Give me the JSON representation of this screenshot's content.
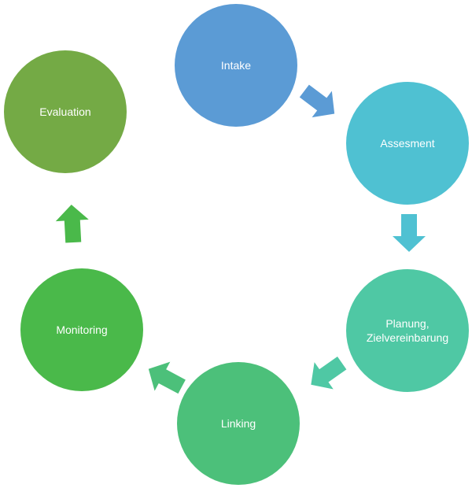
{
  "diagram": {
    "type": "cycle",
    "nodes": [
      {
        "id": "intake",
        "label": "Intake",
        "color": "#5b9bd5"
      },
      {
        "id": "assesment",
        "label": "Assesment",
        "color": "#4fc1d2"
      },
      {
        "id": "planung",
        "label": "Planung,\nZielvereinbarung",
        "color": "#4fc8a4"
      },
      {
        "id": "linking",
        "label": "Linking",
        "color": "#4cc07a"
      },
      {
        "id": "monitoring",
        "label": "Monitoring",
        "color": "#4ab94a"
      },
      {
        "id": "evaluation",
        "label": "Evaluation",
        "color": "#74aa45"
      }
    ],
    "edges": [
      {
        "from": "intake",
        "to": "assesment",
        "color": "#5b9bd5"
      },
      {
        "from": "assesment",
        "to": "planung",
        "color": "#4fc1d2"
      },
      {
        "from": "planung",
        "to": "linking",
        "color": "#4fc8a4"
      },
      {
        "from": "linking",
        "to": "monitoring",
        "color": "#4cc07a"
      },
      {
        "from": "monitoring",
        "to": "evaluation",
        "color": "#4ab94a"
      }
    ]
  }
}
